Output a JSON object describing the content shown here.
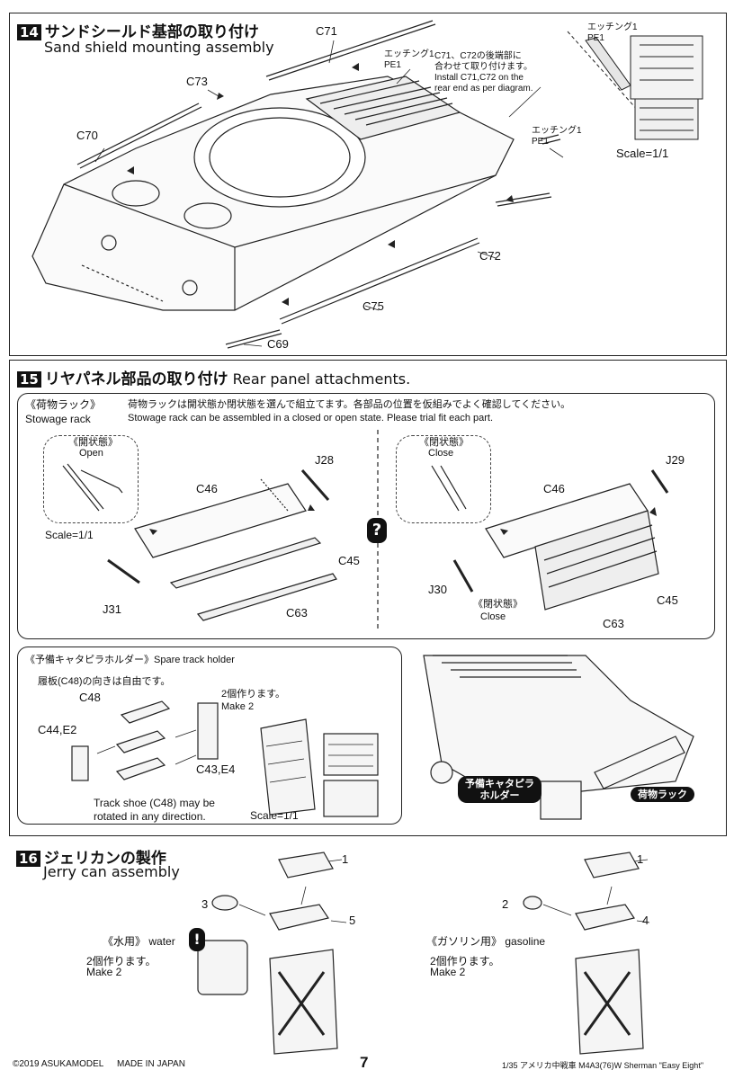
{
  "step14": {
    "number": "14",
    "title_jp": "サンドシールド基部の取り付け",
    "title_en": "Sand shield mounting assembly",
    "labels": {
      "c71": "C71",
      "c73": "C73",
      "c70": "C70",
      "c72": "C72",
      "c75": "C75",
      "c69": "C69"
    },
    "etching_top": "エッチング1\nPE1",
    "etching_right": "エッチング1\nPE1",
    "etching_detail": "エッチング1\nPE1",
    "note": "C71、C72の後端部に\n合わせて取り付けます。\nInstall C71,C72 on the\nrear end as per diagram.",
    "scale": "Scale=1/1"
  },
  "step15": {
    "number": "15",
    "title_jp": "リヤパネル部品の取り付け",
    "title_en": "Rear panel attachments.",
    "stowage": {
      "heading_jp": "《荷物ラック》",
      "heading_en": "Stowage rack",
      "instruction_jp": "荷物ラックは開状態か閉状態を選んで組立てます。各部品の位置を仮組みでよく確認してください。",
      "instruction_en": "Stowage rack can be assembled in a closed or open state. Please trial fit each part.",
      "open_jp": "《開状態》",
      "open_en": "Open",
      "close_top_jp": "《閉状態》",
      "close_top_en": "Close",
      "close_bottom_jp": "《閉状態》",
      "close_bottom_en": "Close",
      "scale": "Scale=1/1",
      "left": {
        "j28": "J28",
        "c46": "C46",
        "c45": "C45",
        "c63": "C63",
        "j31": "J31"
      },
      "right": {
        "j29": "J29",
        "c46": "C46",
        "c45": "C45",
        "c63": "C63",
        "j30": "J30"
      },
      "question_icon": "?"
    },
    "spare_track": {
      "heading_jp": "《予備キャタピラホルダー》",
      "heading_en": "Spare track holder",
      "rotate_jp": "履板(C48)の向きは自由です。",
      "rotate_en": "Track shoe (C48) may be\nrotated in any direction.",
      "c48": "C48",
      "c44e2": "C44,E2",
      "c43e4": "C43,E4",
      "make2_jp": "2個作ります。",
      "make2_en": "Make 2",
      "scale": "Scale=1/1"
    },
    "callouts": {
      "spare": "予備キャタピラ\nホルダー",
      "rack": "荷物ラック"
    }
  },
  "step16": {
    "number": "16",
    "title_jp": "ジェリカンの製作",
    "title_en": "Jerry can assembly",
    "water": {
      "label_jp": "《水用》",
      "label_en": "water",
      "make_jp": "2個作ります。",
      "make_en": "Make 2",
      "p1": "1",
      "p3": "3",
      "p5": "5"
    },
    "gasoline": {
      "label_jp": "《ガソリン用》",
      "label_en": "gasoline",
      "make_jp": "2個作ります。",
      "make_en": "Make 2",
      "p1": "1",
      "p2": "2",
      "p4": "4"
    },
    "warning_icon": "!"
  },
  "footer": {
    "copyright": "©2019 ASUKAMODEL",
    "made_in": "MADE IN JAPAN",
    "page": "7",
    "product": "1/35 アメリカ中戦車 M4A3(76)W Sherman \"Easy Eight\""
  }
}
